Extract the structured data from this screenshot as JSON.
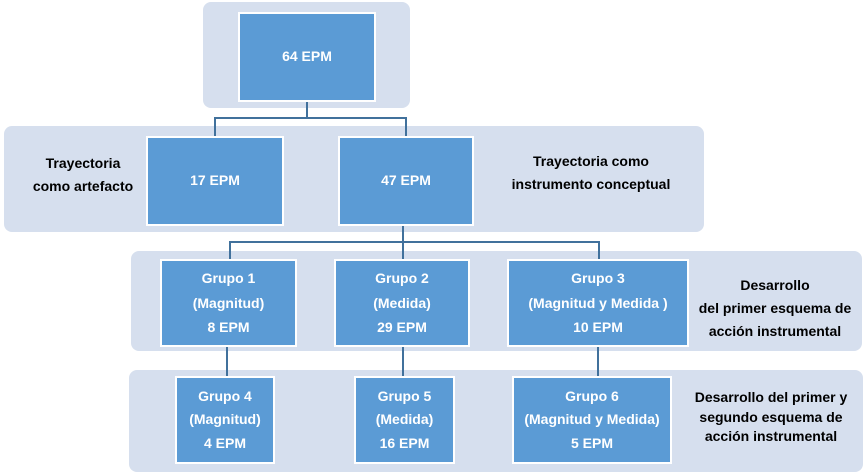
{
  "root": {
    "label": "64 EPM"
  },
  "level1": {
    "left_caption": [
      "Trayectoria",
      "como artefacto"
    ],
    "right_caption": [
      "Trayectoria como",
      "instrumento conceptual"
    ],
    "nodes": [
      {
        "label": "17 EPM"
      },
      {
        "label": "47 EPM"
      }
    ]
  },
  "level2": {
    "caption": [
      "Desarrollo",
      "del primer esquema de",
      "acción instrumental"
    ],
    "nodes": [
      {
        "title": "Grupo 1",
        "subtitle": "(Magnitud)",
        "count": "8 EPM"
      },
      {
        "title": "Grupo 2",
        "subtitle": "(Medida)",
        "count": "29 EPM"
      },
      {
        "title": "Grupo 3",
        "subtitle": "(Magnitud y Medida )",
        "count": "10 EPM"
      }
    ]
  },
  "level3": {
    "caption": [
      "Desarrollo del primer y",
      "segundo esquema de",
      "acción instrumental"
    ],
    "nodes": [
      {
        "title": "Grupo 4",
        "subtitle": "(Magnitud)",
        "count": "4 EPM"
      },
      {
        "title": "Grupo 5",
        "subtitle": "(Medida)",
        "count": "16 EPM"
      },
      {
        "title": "Grupo 6",
        "subtitle": "(Magnitud y Medida)",
        "count": "5 EPM"
      }
    ]
  },
  "colors": {
    "band": "#d6dfee",
    "node": "#5b9bd5",
    "connector": "#41719c"
  }
}
